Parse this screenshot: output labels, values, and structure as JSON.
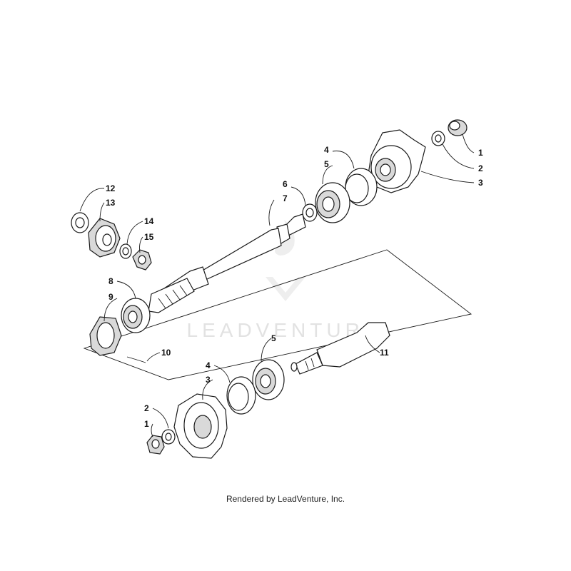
{
  "watermark": {
    "text": "LEADVENTURE"
  },
  "footer": {
    "text": "Rendered by LeadVenture, Inc."
  },
  "callouts": {
    "c1_top": "1",
    "c2_top": "2",
    "c3_top": "3",
    "c4_top": "4",
    "c5_top": "5",
    "c6": "6",
    "c7": "7",
    "c12": "12",
    "c13": "13",
    "c14": "14",
    "c15": "15",
    "c8": "8",
    "c9": "9",
    "c10": "10",
    "c11": "11",
    "c4_bot": "4",
    "c3_bot": "3",
    "c5_bot": "5",
    "c2_bot": "2",
    "c1_bot": "1"
  }
}
